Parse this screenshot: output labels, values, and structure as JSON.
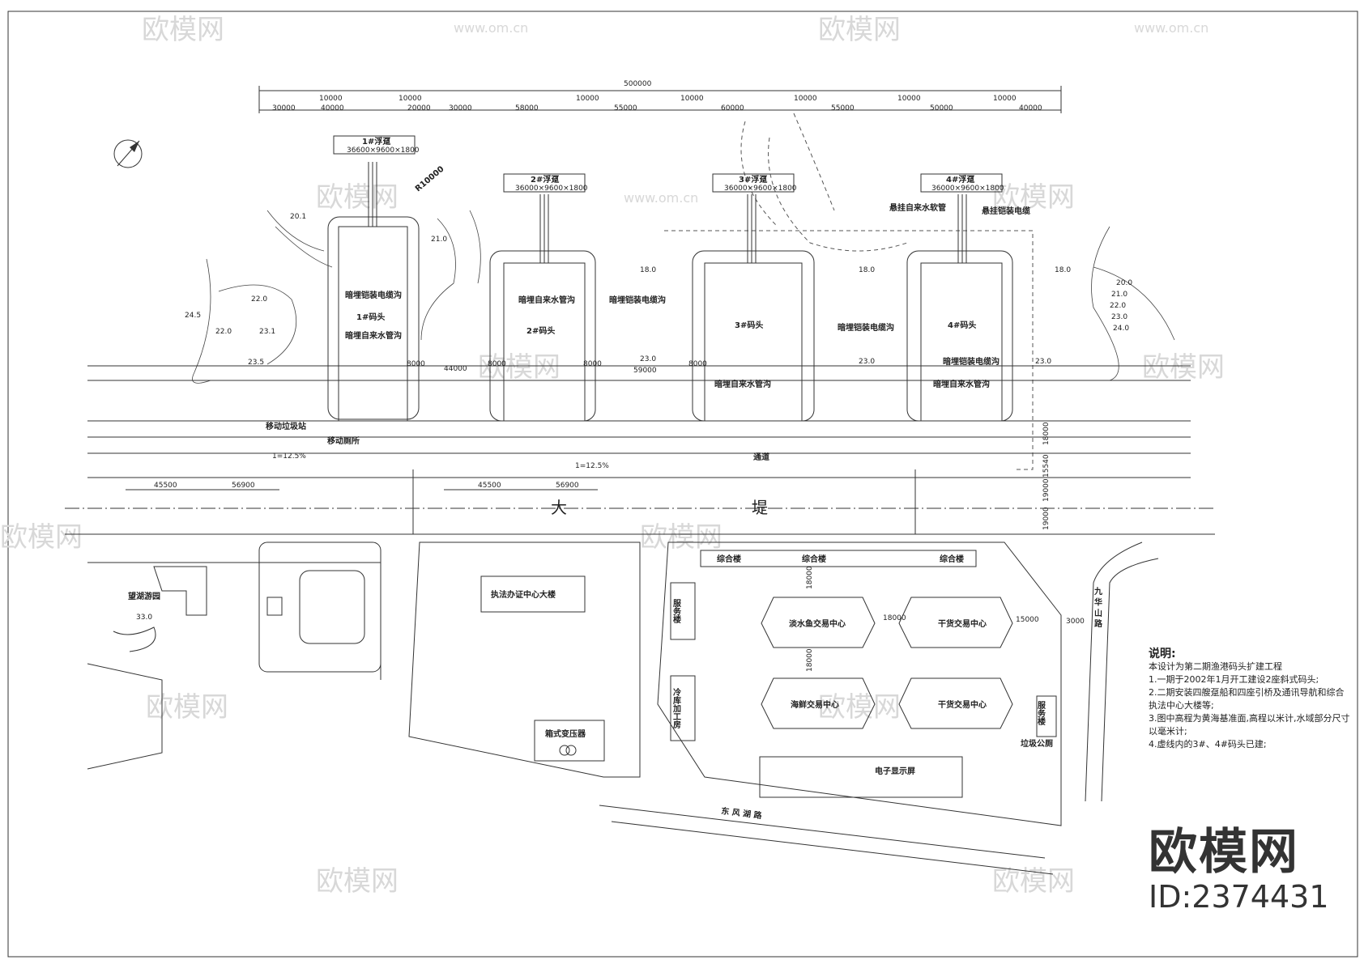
{
  "overall_dim": "500000",
  "top_dims_row1": [
    "10000",
    "10000",
    "10000",
    "10000",
    "10000",
    "10000",
    "10000"
  ],
  "top_dims_row2": [
    "30000",
    "40000",
    "20000",
    "30000",
    "58000",
    "55000",
    "60000",
    "55000",
    "50000",
    "40000"
  ],
  "pontoons": [
    {
      "name": "1#浮趸",
      "size": "36600×9600×1800"
    },
    {
      "name": "2#浮趸",
      "size": "36000×9600×1800"
    },
    {
      "name": "3#浮趸",
      "size": "36000×9600×1800"
    },
    {
      "name": "4#浮趸",
      "size": "36000×9600×1800"
    }
  ],
  "wharves": [
    "1#码头",
    "2#码头",
    "3#码头",
    "4#码头"
  ],
  "labels": {
    "cable_trench": "暗埋铠装电缆沟",
    "water_pipe": "暗埋自来水管沟",
    "hang_water": "悬挂自来水软管",
    "hang_cable": "悬挂铠装电缆",
    "recycle": "移动垃圾站",
    "toilet": "移动厕所",
    "passage": "通道",
    "dike_1": "大",
    "dike_2": "堤",
    "slope": "1=12.5%",
    "park": "望湖游园",
    "park_elev": "33.0",
    "office": "执法办证中心大楼",
    "transformer": "箱式变压器",
    "complex": "综合楼",
    "service": "服务楼",
    "cold": "冷库加工房",
    "fresh_fish": "淡水鱼交易中心",
    "dry_goods": "干货交易中心",
    "seafood": "海鲜交易中心",
    "screen": "电子显示屏",
    "garbage": "垃圾公厕",
    "road_east": "东 风 湖 路",
    "road_jiuhua": "九 华 山 路",
    "radius": "R10000"
  },
  "dims_mid": [
    "44000",
    "59000",
    "8000",
    "8000",
    "8000",
    "8000"
  ],
  "dims_bottom": [
    "45500",
    "56900",
    "45500",
    "56900"
  ],
  "dims_right": [
    "18000",
    "15540",
    "19000",
    "19000"
  ],
  "dims_market": [
    "18000",
    "18000",
    "18000",
    "15000",
    "3000"
  ],
  "elevations": [
    "24.5",
    "22.0",
    "22.0",
    "23.1",
    "23.5",
    "20.0",
    "21.0",
    "22.0",
    "23.0",
    "24.0",
    "20.1",
    "21.0",
    "18.0",
    "18.0",
    "18.0",
    "23.0",
    "23.0",
    "23.0"
  ],
  "notes": {
    "title": "说明:",
    "lines": [
      "本设计为第二期渔港码头扩建工程",
      "1.一期于2002年1月开工建设2座斜式码头;",
      "2.二期安装四艘趸船和四座引桥及通讯导航和综合执法中心大楼等;",
      "3.图中高程为黄海基准面,高程以米计,水域部分尺寸以毫米计;",
      "4.虚线内的3#、4#码头已建;"
    ]
  },
  "watermark": {
    "text": "欧模网",
    "url": "www.om.cn",
    "id": "ID:2374431"
  }
}
